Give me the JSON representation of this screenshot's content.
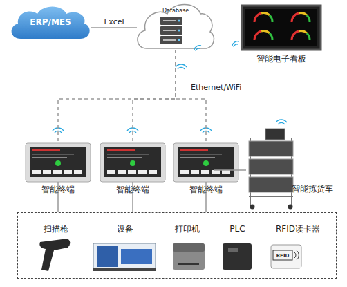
{
  "diagram": {
    "nodes": [
      {
        "text": [
          "ERP/MES"
        ]
      },
      {
        "text": [
          "Database"
        ]
      },
      {
        "text": [
          "智能电子看板"
        ]
      },
      {
        "text": [
          "智能终端"
        ]
      },
      {
        "text": [
          "智能终端"
        ]
      },
      {
        "text": [
          "智能终端"
        ]
      },
      {
        "text": [
          "智能拣货车"
        ]
      },
      {
        "text": []
      },
      {
        "text": [
          "扫描枪"
        ],
        "in": 7
      },
      {
        "text": [
          "设备"
        ],
        "in": 7
      },
      {
        "text": [
          "打印机"
        ],
        "in": 7
      },
      {
        "text": [
          "PLC"
        ],
        "in": 7
      },
      {
        "text": [
          "RFID读卡器"
        ],
        "in": 7
      }
    ],
    "edges": [
      {
        "from": 0,
        "to": 1,
        "label": "Excel",
        "arrow": "none"
      },
      {
        "from": 1,
        "to": 3,
        "arrow": "none"
      },
      {
        "from": 1,
        "to": 4,
        "arrow": "none"
      },
      {
        "from": 1,
        "to": 5,
        "arrow": "none"
      },
      {
        "from": 1,
        "to": 6,
        "arrow": "none"
      },
      {
        "from": 3,
        "to": 7,
        "arrow": "none"
      },
      {
        "from": 4,
        "to": 7,
        "arrow": "none"
      },
      {
        "from": 5,
        "to": 7,
        "arrow": "none"
      }
    ],
    "labels": [
      "Ethernet/WiFi",
      "RFID"
    ]
  }
}
